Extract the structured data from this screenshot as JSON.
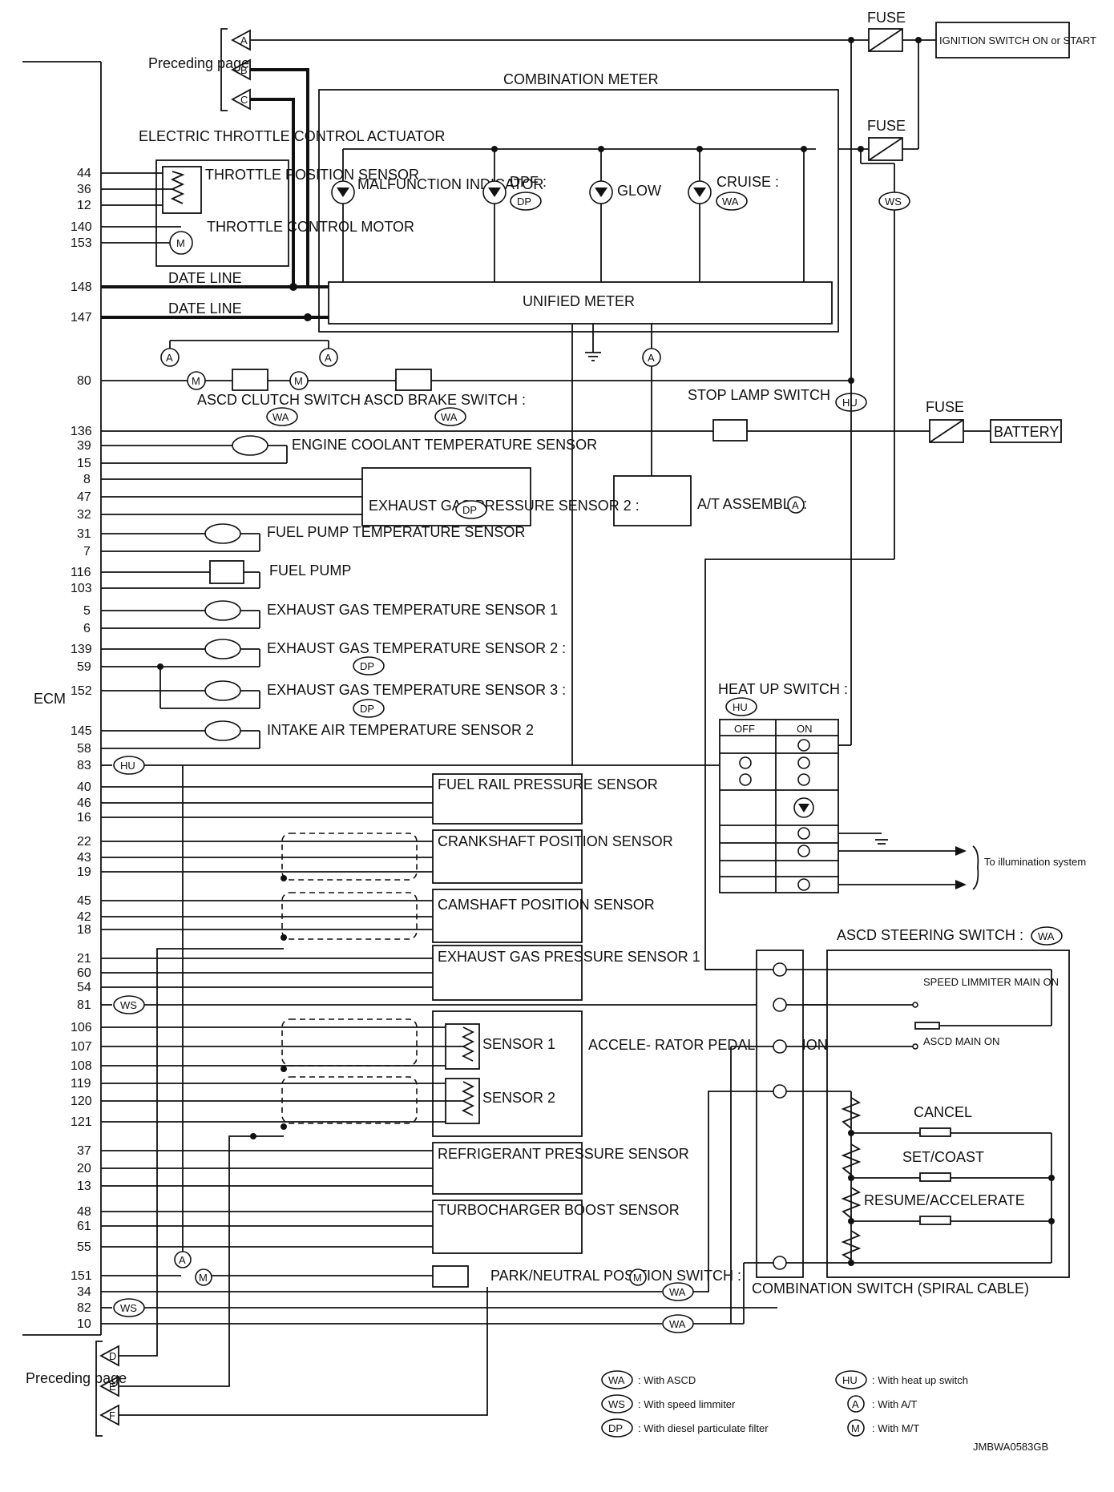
{
  "diagram": {
    "code": "JMBWA0583GB",
    "ecm_label": "ECM",
    "preceding_page": "Preceding page",
    "connectors_top": [
      "A",
      "B",
      "C"
    ],
    "connectors_bottom": [
      "D",
      "E",
      "F"
    ],
    "ignition_switch": "IGNITION SWITCH ON or START",
    "fuse": "FUSE",
    "battery": "BATTERY",
    "combination_meter": "COMBINATION METER",
    "unified_meter": "UNIFIED METER",
    "date_line": "DATE LINE",
    "lamps": [
      "MALFUNCTION INDICATOR",
      "DPF :",
      "GLOW",
      "CRUISE :"
    ],
    "etc_actuator": "ELECTRIC THROTTLE CONTROL ACTUATOR",
    "throttle_position_sensor": "THROTTLE POSITION SENSOR",
    "throttle_control_motor": "THROTTLE CONTROL MOTOR",
    "ascd_clutch_switch": "ASCD CLUTCH SWITCH :",
    "ascd_brake_switch": "ASCD BRAKE SWITCH :",
    "stop_lamp_switch": "STOP LAMP SWITCH",
    "at_assembly": "A/T ASSEMBLY :",
    "heat_up_switch": "HEAT UP SWITCH :",
    "off": "OFF",
    "on": "ON",
    "to_illumination": "To illumination system",
    "ascd_steering_switch": "ASCD STEERING SWITCH :",
    "speed_limiter_main_on": "SPEED LIMMITER MAIN ON",
    "ascd_main_on": "ASCD MAIN ON",
    "cancel": "CANCEL",
    "set_coast": "SET/COAST",
    "resume_accelerate": "RESUME/ACCELERATE",
    "combination_switch": "COMBINATION SWITCH (SPIRAL CABLE)",
    "components": {
      "ect": "ENGINE COOLANT TEMPERATURE SENSOR",
      "egp2": "EXHAUST GAS PRESSURE SENSOR 2 :",
      "fuel_pump_temp": "FUEL PUMP TEMPERATURE SENSOR",
      "fuel_pump": "FUEL PUMP",
      "egt1": "EXHAUST GAS TEMPERATURE SENSOR 1",
      "egt2": "EXHAUST GAS TEMPERATURE SENSOR 2 :",
      "egt3": "EXHAUST GAS TEMPERATURE SENSOR 3 :",
      "iat2": "INTAKE AIR TEMPERATURE SENSOR 2",
      "fuel_rail": "FUEL RAIL PRESSURE SENSOR",
      "crankshaft": "CRANKSHAFT POSITION SENSOR",
      "camshaft": "CAMSHAFT POSITION SENSOR",
      "egp1": "EXHAUST GAS PRESSURE SENSOR 1",
      "sensor1": "SENSOR 1",
      "sensor2": "SENSOR 2",
      "app": "ACCELE- RATOR PEDAL POSITION SENSOR",
      "refrigerant": "REFRIGERANT PRESSURE SENSOR",
      "turbo": "TURBOCHARGER BOOST SENSOR",
      "pnp": "PARK/NEUTRAL POSITION SWITCH :"
    },
    "pins": [
      "44",
      "36",
      "12",
      "140",
      "153",
      "148",
      "147",
      "80",
      "136",
      "39",
      "15",
      "8",
      "47",
      "32",
      "31",
      "7",
      "116",
      "103",
      "5",
      "6",
      "139",
      "59",
      "152",
      "145",
      "58",
      "83",
      "40",
      "46",
      "16",
      "22",
      "43",
      "19",
      "45",
      "42",
      "18",
      "21",
      "60",
      "54",
      "81",
      "106",
      "107",
      "108",
      "119",
      "120",
      "121",
      "37",
      "20",
      "13",
      "48",
      "61",
      "55",
      "151",
      "34",
      "82",
      "10"
    ],
    "legend": [
      {
        "code": "WA",
        "text": ": With ASCD"
      },
      {
        "code": "WS",
        "text": ": With speed limmiter"
      },
      {
        "code": "DP",
        "text": ": With diesel particulate filter"
      },
      {
        "code": "HU",
        "text": ": With heat up switch"
      },
      {
        "code": "A",
        "text": ": With A/T"
      },
      {
        "code": "M",
        "text": ": With M/T"
      }
    ]
  }
}
